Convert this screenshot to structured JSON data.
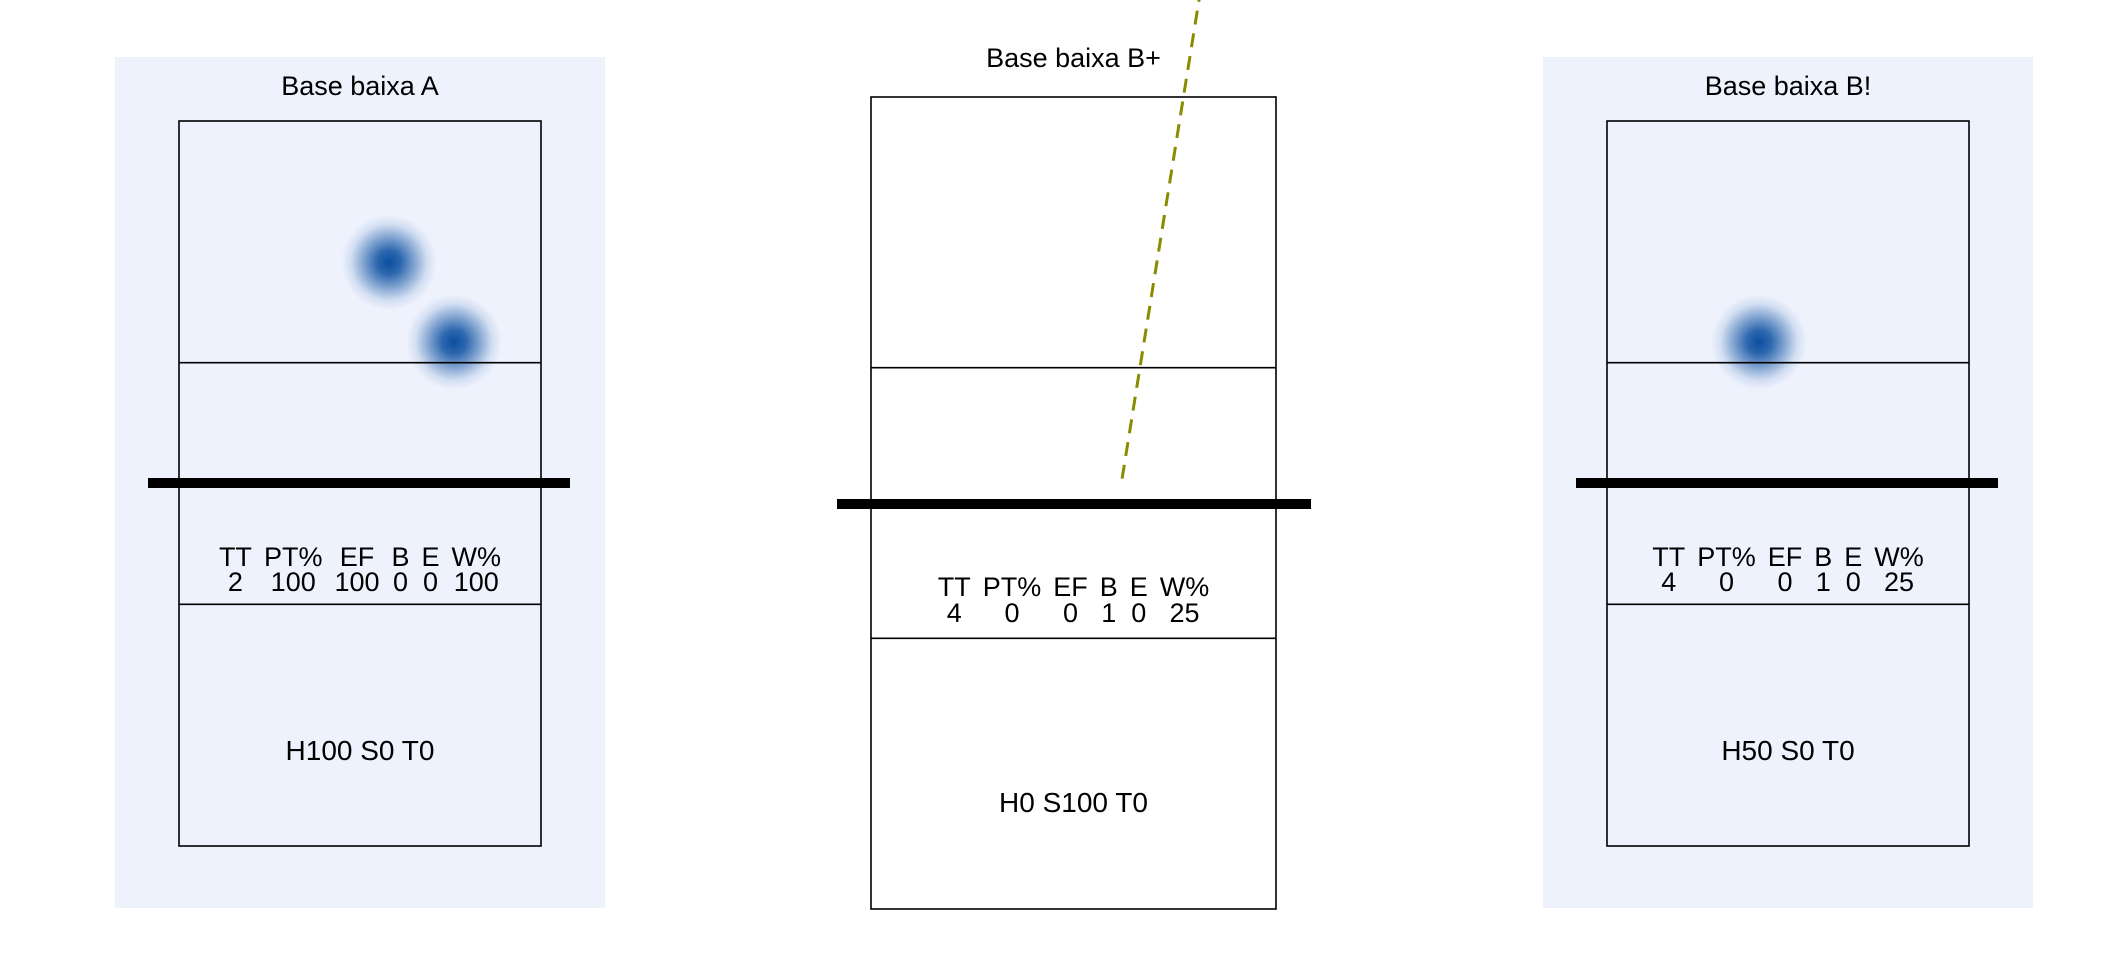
{
  "chart_data": [
    {
      "type": "heatmap",
      "title": "Base baixa A",
      "highlight": true,
      "stats": {
        "headers": [
          "TT",
          "PT%",
          "EF",
          "B",
          "E",
          "W%"
        ],
        "values": [
          "2",
          "100",
          "100",
          "0",
          "0",
          "100"
        ]
      },
      "summary": "H100 S0 T0",
      "hotspots": [
        {
          "x": 0.58,
          "y": 0.39,
          "intensity": 1.0
        },
        {
          "x": 0.76,
          "y": 0.61,
          "intensity": 1.0
        }
      ],
      "arrows": []
    },
    {
      "type": "line",
      "title": "Base baixa B+",
      "highlight": false,
      "stats": {
        "headers": [
          "TT",
          "PT%",
          "EF",
          "B",
          "E",
          "W%"
        ],
        "values": [
          "4",
          "0",
          "0",
          "1",
          "0",
          "25"
        ]
      },
      "summary": "H0 S100 T0",
      "hotspots": [],
      "arrows": [
        {
          "from": {
            "x": 0.62,
            "y": 1.06
          },
          "to": {
            "x": 0.91,
            "y": 2.86
          },
          "color": "#8b8b00",
          "style": "dashed"
        }
      ]
    },
    {
      "type": "heatmap",
      "title": "Base baixa B!",
      "highlight": true,
      "stats": {
        "headers": [
          "TT",
          "PT%",
          "EF",
          "B",
          "E",
          "W%"
        ],
        "values": [
          "4",
          "0",
          "0",
          "1",
          "0",
          "25"
        ]
      },
      "summary": "H50 S0 T0",
      "hotspots": [
        {
          "x": 0.42,
          "y": 0.61,
          "intensity": 1.0
        }
      ],
      "arrows": []
    }
  ],
  "colors": {
    "panel_background": "#eef2fd",
    "heat": "#0b4fa0",
    "net": "#000000",
    "court_line": "#000000"
  }
}
